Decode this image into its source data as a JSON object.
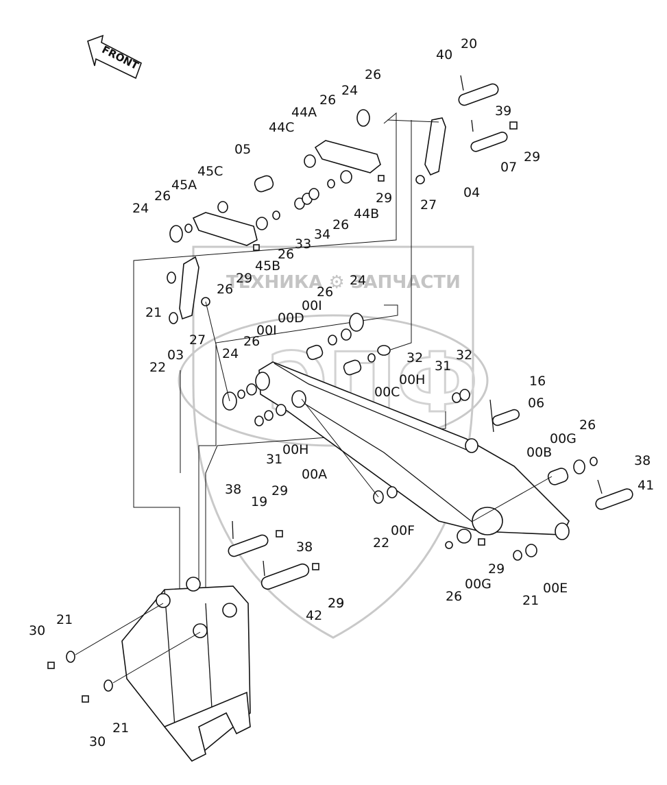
{
  "watermark": {
    "text": "ТЕХНИКА ⚙ ЗАПЧАСТИ",
    "logo_letters": "ЭПФ"
  },
  "arrow": {
    "label": "FRONT"
  },
  "callouts": [
    {
      "id": "c40",
      "text": "40"
    },
    {
      "id": "c20",
      "text": "20"
    },
    {
      "id": "c26a",
      "text": "26"
    },
    {
      "id": "c24a",
      "text": "24"
    },
    {
      "id": "c26b",
      "text": "26"
    },
    {
      "id": "c44A",
      "text": "44A"
    },
    {
      "id": "c39",
      "text": "39"
    },
    {
      "id": "c44C",
      "text": "44C"
    },
    {
      "id": "c29a",
      "text": "29"
    },
    {
      "id": "c05",
      "text": "05"
    },
    {
      "id": "c07",
      "text": "07"
    },
    {
      "id": "c45C",
      "text": "45C"
    },
    {
      "id": "c04",
      "text": "04"
    },
    {
      "id": "c45A",
      "text": "45A"
    },
    {
      "id": "c26c",
      "text": "26"
    },
    {
      "id": "c29b",
      "text": "29"
    },
    {
      "id": "c24b",
      "text": "24"
    },
    {
      "id": "c27a",
      "text": "27"
    },
    {
      "id": "c44B",
      "text": "44B"
    },
    {
      "id": "c26d",
      "text": "26"
    },
    {
      "id": "c34",
      "text": "34"
    },
    {
      "id": "c33",
      "text": "33"
    },
    {
      "id": "c26e",
      "text": "26"
    },
    {
      "id": "c45B",
      "text": "45B"
    },
    {
      "id": "c29c",
      "text": "29"
    },
    {
      "id": "c26f",
      "text": "26"
    },
    {
      "id": "c24c",
      "text": "24"
    },
    {
      "id": "c26g",
      "text": "26"
    },
    {
      "id": "c21a",
      "text": "21"
    },
    {
      "id": "c00I_a",
      "text": "00I"
    },
    {
      "id": "c00D",
      "text": "00D"
    },
    {
      "id": "c27b",
      "text": "27"
    },
    {
      "id": "c00I_b",
      "text": "00I"
    },
    {
      "id": "c26h",
      "text": "26"
    },
    {
      "id": "c22a",
      "text": "22"
    },
    {
      "id": "c03",
      "text": "03"
    },
    {
      "id": "c24d",
      "text": "24"
    },
    {
      "id": "c32a",
      "text": "32"
    },
    {
      "id": "c32b",
      "text": "32"
    },
    {
      "id": "c31a",
      "text": "31"
    },
    {
      "id": "c00H_a",
      "text": "00H"
    },
    {
      "id": "c00C",
      "text": "00C"
    },
    {
      "id": "c16",
      "text": "16"
    },
    {
      "id": "c06",
      "text": "06"
    },
    {
      "id": "c26i",
      "text": "26"
    },
    {
      "id": "c00G_a",
      "text": "00G"
    },
    {
      "id": "c00B",
      "text": "00B"
    },
    {
      "id": "c31b",
      "text": "31"
    },
    {
      "id": "c00H_b",
      "text": "00H"
    },
    {
      "id": "c38a",
      "text": "38"
    },
    {
      "id": "c00A",
      "text": "00A"
    },
    {
      "id": "c41",
      "text": "41"
    },
    {
      "id": "c38b",
      "text": "38"
    },
    {
      "id": "c29d",
      "text": "29"
    },
    {
      "id": "c19",
      "text": "19"
    },
    {
      "id": "c00F",
      "text": "00F"
    },
    {
      "id": "c22b",
      "text": "22"
    },
    {
      "id": "c38c",
      "text": "38"
    },
    {
      "id": "c29e",
      "text": "29"
    },
    {
      "id": "c26j",
      "text": "26"
    },
    {
      "id": "c00G_b",
      "text": "00G"
    },
    {
      "id": "c29f",
      "text": "29"
    },
    {
      "id": "c21b",
      "text": "21"
    },
    {
      "id": "c00E",
      "text": "00E"
    },
    {
      "id": "c42",
      "text": "42"
    },
    {
      "id": "c29g",
      "text": "29"
    },
    {
      "id": "c30a",
      "text": "30"
    },
    {
      "id": "c21c",
      "text": "21"
    },
    {
      "id": "c21d",
      "text": "21"
    },
    {
      "id": "c30b",
      "text": "30"
    }
  ]
}
